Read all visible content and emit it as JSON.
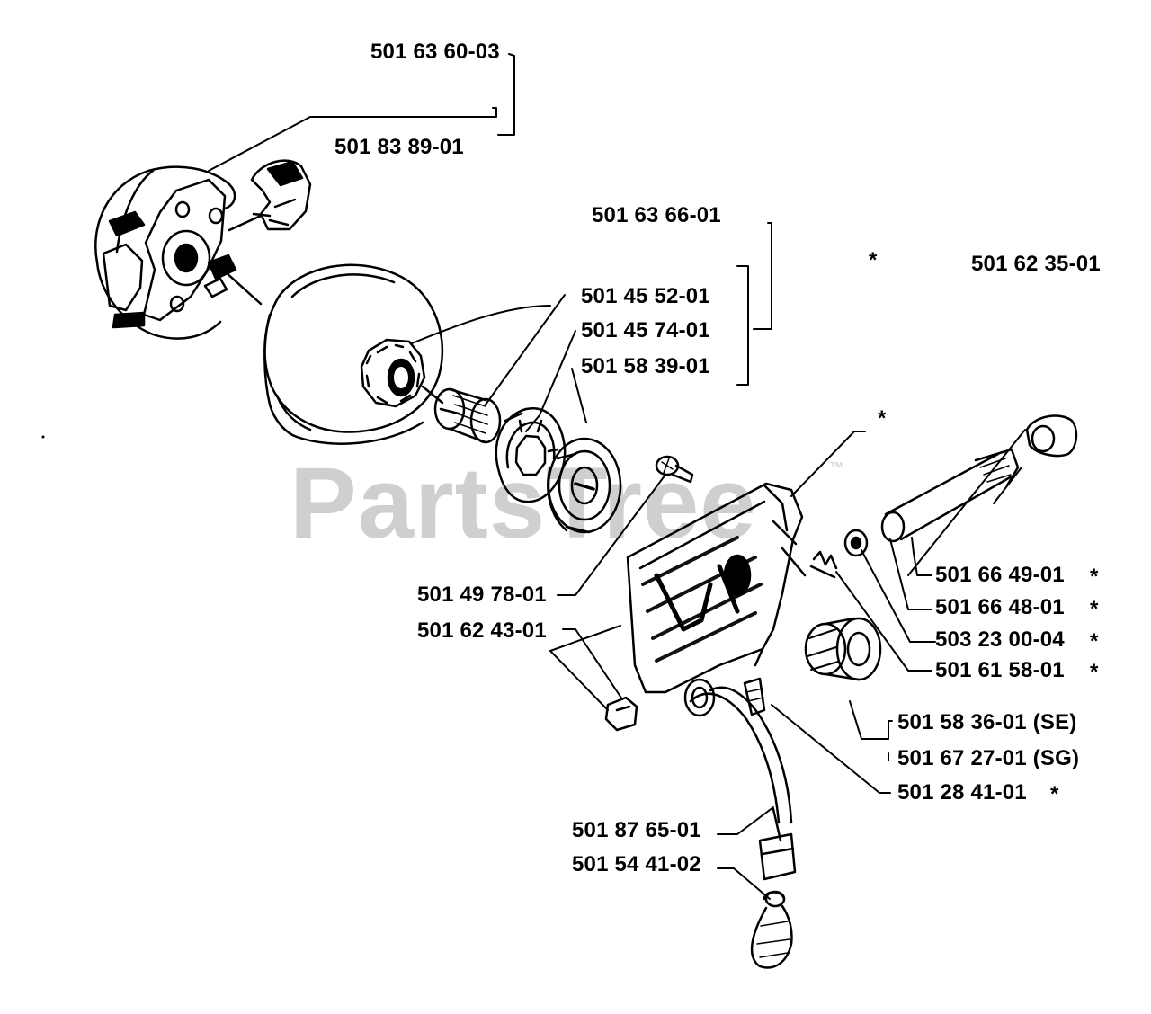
{
  "watermark": {
    "text": "PartsTree",
    "trademark": "™",
    "color": "#cfcfcf"
  },
  "colors": {
    "ink": "#000000",
    "background": "#ffffff"
  },
  "part_labels": {
    "p_501636003": "501 63 60-03",
    "p_501838901": "501 83 89-01",
    "p_501636601": "501 63 66-01",
    "p_501623501": "501 62 35-01",
    "p_501455201": "501 45 52-01",
    "p_501457401": "501 45 74-01",
    "p_501583901": "501 58 39-01",
    "p_501497801": "501 49 78-01",
    "p_501624301": "501 62 43-01",
    "p_501664901": "501 66 49-01",
    "p_501664801": "501 66 48-01",
    "p_503230004": "503 23 00-04",
    "p_501615801": "501 61 58-01",
    "p_501583601": "501 58 36-01 (SE)",
    "p_501672701": "501 67 27-01 (SG)",
    "p_501284101": "501 28 41-01",
    "p_501876501": "501 87 65-01",
    "p_501544102": "501 54 41-02"
  },
  "marks": {
    "asterisk": "*"
  }
}
